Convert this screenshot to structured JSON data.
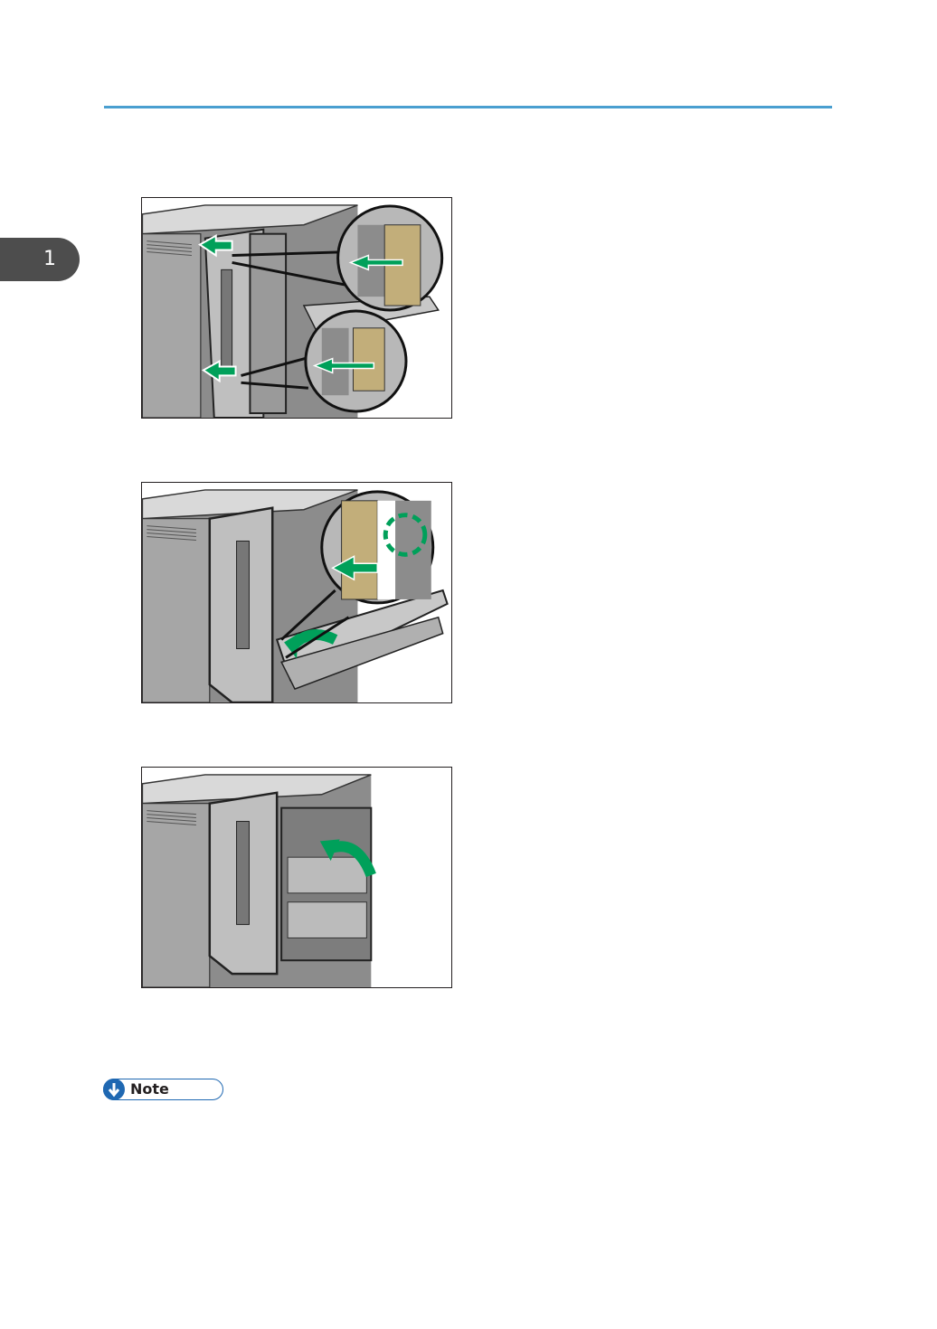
{
  "chapter": {
    "number": "1"
  },
  "figures": [
    {
      "name": "remove-rear-cover-hooks"
    },
    {
      "name": "close-duplex-unit-cover"
    },
    {
      "name": "close-rear-cover"
    }
  ],
  "note": {
    "label": "Note"
  },
  "colors": {
    "accent_rule": "#4a9fd0",
    "arrow_green": "#00a05a",
    "note_blue": "#1f68b2",
    "chapter_tab": "#4d4d4d"
  }
}
